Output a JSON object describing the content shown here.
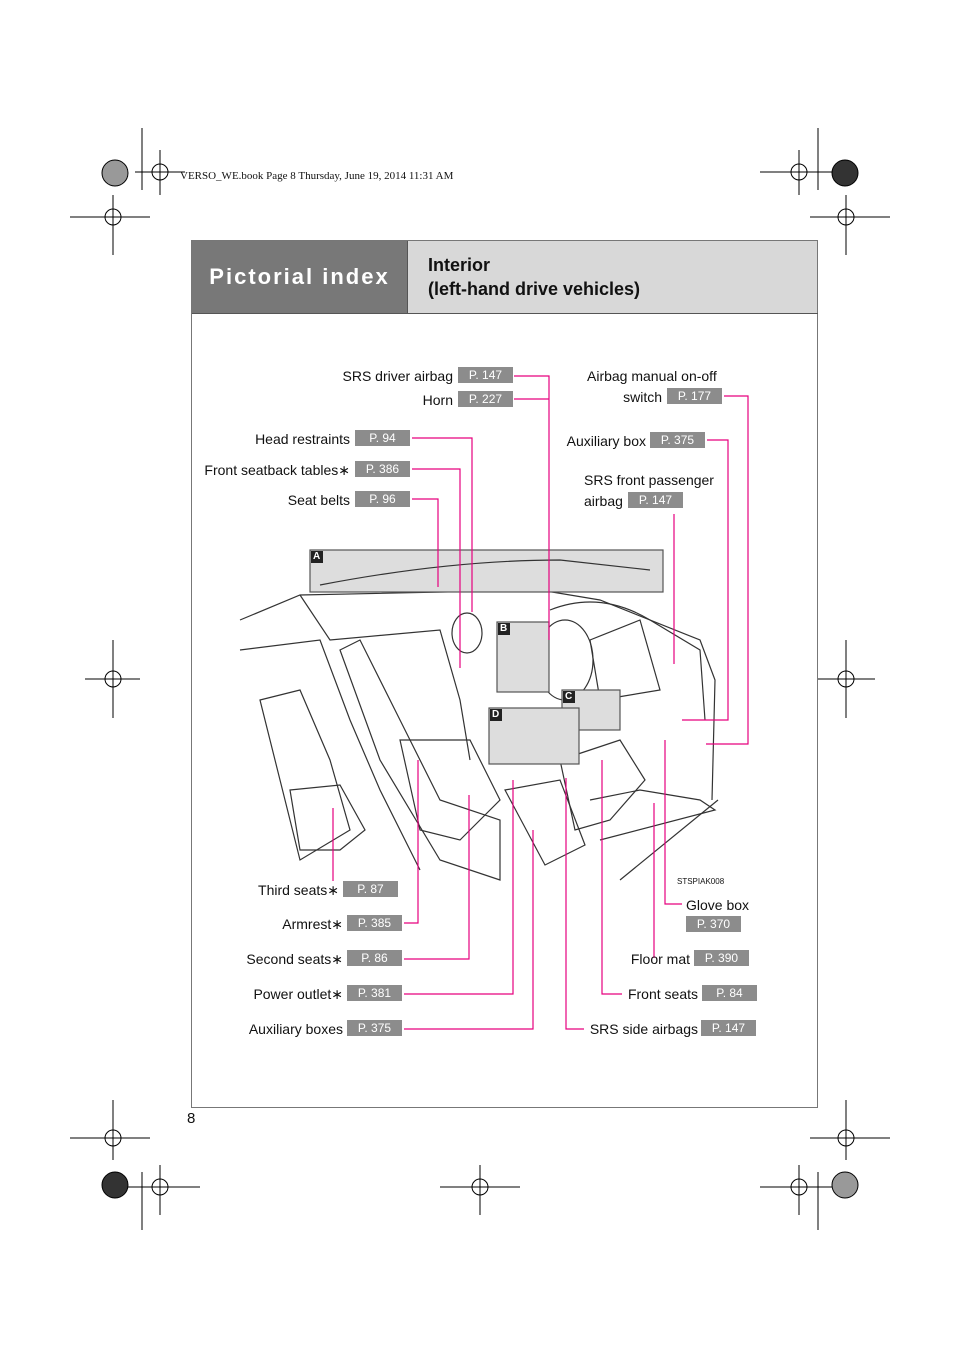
{
  "book_line": "VERSO_WE.book  Page 8  Thursday, June 19, 2014  11:31 AM",
  "header": {
    "section": "Pictorial index",
    "title_line1": "Interior",
    "title_line2": "(left-hand drive vehicles)"
  },
  "figure_code": "STSPIAK008",
  "page_number": "8",
  "insets": [
    "A",
    "B",
    "C",
    "D"
  ],
  "callouts": {
    "srs_driver_airbag": {
      "label": "SRS driver airbag",
      "page": "P. 147"
    },
    "horn": {
      "label": "Horn",
      "page": "P. 227"
    },
    "airbag_switch": {
      "label1": "Airbag manual on-off",
      "label2": "switch",
      "page": "P. 177"
    },
    "head_restraints": {
      "label": "Head restraints",
      "page": "P. 94"
    },
    "seatback_tables": {
      "label": "Front seatback tables∗",
      "page": "P. 386"
    },
    "seat_belts": {
      "label": "Seat belts",
      "page": "P. 96"
    },
    "auxiliary_box": {
      "label": "Auxiliary box",
      "page": "P. 375"
    },
    "srs_front_passenger": {
      "label1": "SRS front passenger",
      "label2": "airbag",
      "page": "P. 147"
    },
    "third_seats": {
      "label": "Third seats∗",
      "page": "P. 87"
    },
    "armrest": {
      "label": "Armrest∗",
      "page": "P. 385"
    },
    "second_seats": {
      "label": "Second seats∗",
      "page": "P. 86"
    },
    "power_outlet": {
      "label": "Power outlet∗",
      "page": "P. 381"
    },
    "auxiliary_boxes": {
      "label": "Auxiliary boxes",
      "page": "P. 375"
    },
    "glove_box": {
      "label": "Glove box",
      "page": "P. 370"
    },
    "floor_mat": {
      "label": "Floor mat",
      "page": "P. 390"
    },
    "front_seats": {
      "label": "Front seats",
      "page": "P. 84"
    },
    "srs_side_airbags": {
      "label": "SRS side airbags",
      "page": "P. 147"
    }
  },
  "colors": {
    "leader": "#e6007e",
    "badge": "#8c8c8c",
    "header_dark": "#787878",
    "header_light": "#d8d8d8"
  }
}
